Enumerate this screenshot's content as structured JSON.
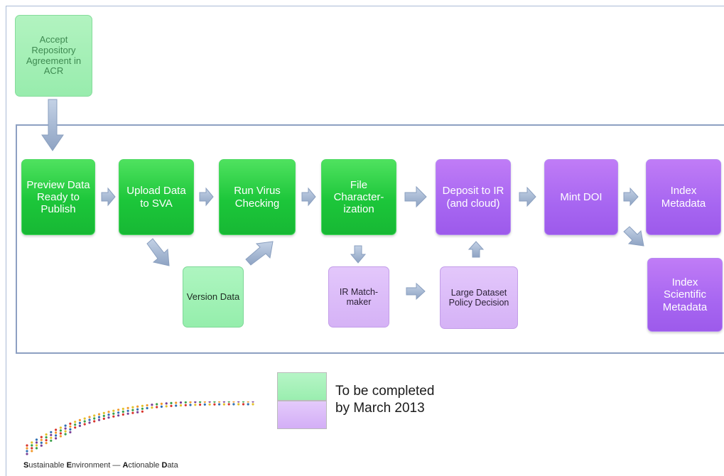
{
  "nodes": {
    "accept": "Accept Repository Agreement in ACR",
    "preview": "Preview Data Ready to Publish",
    "upload": "Upload Data to SVA",
    "virus": "Run Virus Checking",
    "filechar": "File Character-ization",
    "version": "Version Data",
    "deposit": "Deposit to IR (and cloud)",
    "mintdoi": "Mint DOI",
    "indexmeta": "Index Metadata",
    "indexsci": "Index Scientific Metadata",
    "matchmaker": "IR Match-maker",
    "largedataset": "Large Dataset Policy Decision"
  },
  "legend": {
    "text_line1": "To be completed",
    "text_line2": "by March 2013",
    "colors": {
      "completed": "#9ff0b4",
      "march2013": "#dcbcf8"
    }
  },
  "logo": {
    "tagline_prefix_1": "S",
    "tagline_rest_1": "ustainable ",
    "tagline_prefix_2": "E",
    "tagline_rest_2": "nvironment — ",
    "tagline_prefix_3": "A",
    "tagline_rest_3": "ctionable ",
    "tagline_prefix_4": "D",
    "tagline_rest_4": "ata"
  },
  "colors": {
    "dark_green": "#1fcb3d",
    "light_green": "#a8f1bb",
    "dark_purple": "#a96af1",
    "light_purple": "#dcbcf8",
    "arrow": "#9fb3cf"
  }
}
